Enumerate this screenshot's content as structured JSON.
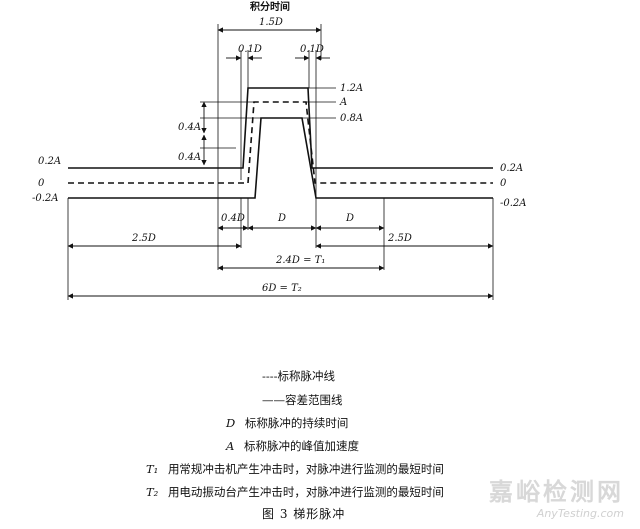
{
  "diagram": {
    "top_label": "积分时间",
    "dims": {
      "d1_5D": "1.5D",
      "d0_1D_left": "0.1D",
      "d0_1D_right": "0.1D",
      "d0_4D": "0.4D",
      "dD_top": "D",
      "dD_right": "D",
      "d2_5D_left": "2.5D",
      "d2_5D_right": "2.5D",
      "dT1": "2.4D = T₁",
      "dT2": "6D = T₂"
    },
    "levels": {
      "upper_1_2A": "1.2A",
      "nominal_A": "A",
      "lower_0_8A": "0.8A",
      "left_0_4A_upper": "0.4A",
      "left_0_4A_lower": "0.4A",
      "left_0_2A": "0.2A",
      "left_zero": "0",
      "left_neg_0_2A": "-0.2A",
      "right_0_2A": "0.2A",
      "right_zero": "0",
      "right_neg_0_2A": "-0.2A"
    }
  },
  "legend": {
    "dashed": "----标称脉冲线",
    "solid": "——容差范围线",
    "D_sym": "D",
    "D_text": "标称脉冲的持续时间",
    "A_sym": "A",
    "A_text": "标称脉冲的峰值加速度",
    "T1_sym": "T₁",
    "T1_text": "用常规冲击机产生冲击时，对脉冲进行监测的最短时间",
    "T2_sym": "T₂",
    "T2_text": "用电动振动台产生冲击时，对脉冲进行监测的最短时间"
  },
  "caption": "图 3   梯形脉冲",
  "watermark": {
    "cn": "嘉峪检测网",
    "en": "AnyTesting.com"
  }
}
